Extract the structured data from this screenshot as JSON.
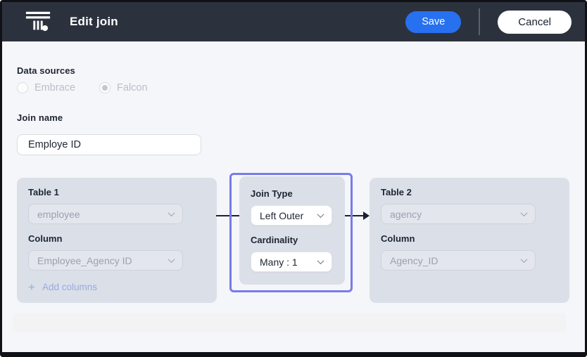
{
  "header": {
    "title": "Edit join",
    "save_label": "Save",
    "cancel_label": "Cancel"
  },
  "form": {
    "data_sources_label": "Data sources",
    "data_sources": [
      {
        "label": "Embrace",
        "selected": false
      },
      {
        "label": "Falcon",
        "selected": true
      }
    ],
    "join_name_label": "Join name",
    "join_name_value": "Employe ID"
  },
  "join_builder": {
    "table1": {
      "title": "Table 1",
      "table_value": "employee",
      "column_label": "Column",
      "column_value": "Employee_Agency ID",
      "add_columns_label": "Add columns",
      "plus_icon": "+"
    },
    "join": {
      "join_type_label": "Join Type",
      "join_type_value": "Left Outer",
      "cardinality_label": "Cardinality",
      "cardinality_value": "Many : 1"
    },
    "table2": {
      "title": "Table 2",
      "table_value": "agency",
      "column_label": "Column",
      "column_value": "Agency_ID"
    }
  },
  "colors": {
    "header_bg": "#2c323d",
    "accent_blue": "#2770ef",
    "selection_purple": "#787be8",
    "panel_bg": "#dbdfe8",
    "page_bg": "#f5f6f9",
    "disabled_text": "#9aa1ae",
    "connector": "#1a2130"
  }
}
